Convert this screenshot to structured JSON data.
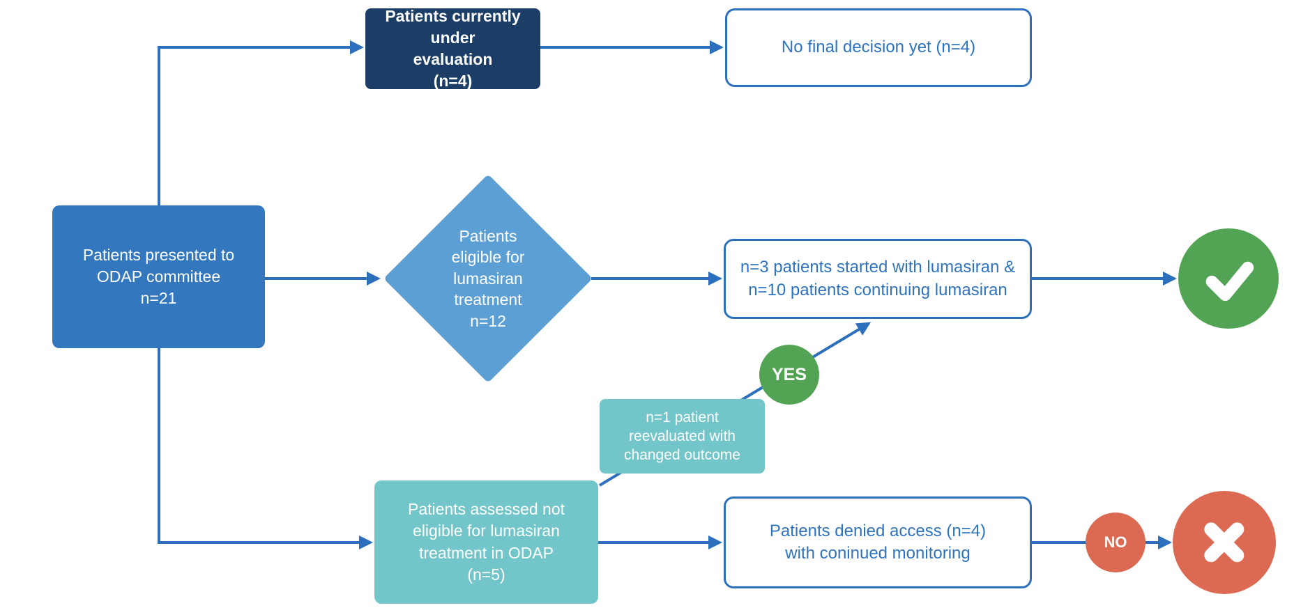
{
  "nodes": {
    "presented": {
      "label": "Patients presented to\nODAP committee\nn=21"
    },
    "under_evaluation": {
      "label": "Patients currently under\nevaluation\n(n=4)"
    },
    "no_final_decision": {
      "label": "No final decision yet (n=4)"
    },
    "eligible_diamond": {
      "label": "Patients\neligible for\nlumasiran\ntreatment\nn=12"
    },
    "started_continuing": {
      "label": "n=3 patients started with lumasiran &\nn=10 patients continuing lumasiran"
    },
    "reevaluated": {
      "label": "n=1 patient\nreevaluated with\nchanged outcome"
    },
    "not_eligible": {
      "label": "Patients assessed not\neligible for lumasiran\ntreatment in ODAP\n(n=5)"
    },
    "denied_access": {
      "label": "Patients denied access (n=4)\nwith coninued monitoring"
    }
  },
  "badges": {
    "yes": "YES",
    "no": "NO"
  },
  "icons": {
    "approved": "check-icon",
    "denied": "cross-icon"
  },
  "colors": {
    "primary_blue": "#3377BE",
    "dark_navy": "#1C3E66",
    "light_blue": "#5C9FD4",
    "teal": "#72C5C8",
    "outline_blue": "#2C6FBC",
    "text_blue": "#2E73C0",
    "green": "#52A354",
    "red": "#DC6A53",
    "white": "#FFFFFF"
  }
}
